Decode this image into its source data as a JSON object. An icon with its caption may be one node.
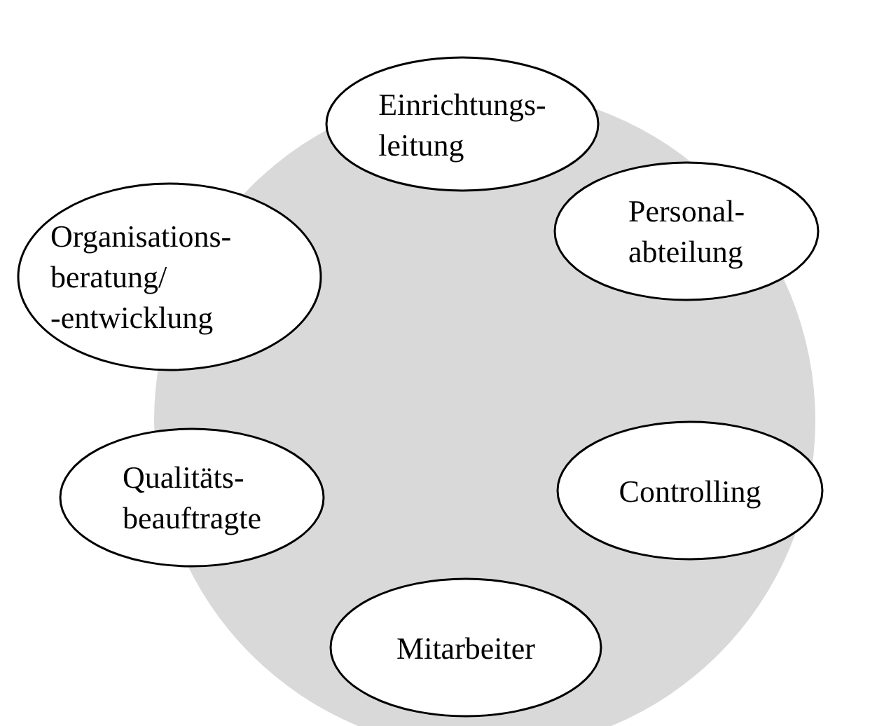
{
  "diagram": {
    "nodes": [
      {
        "text": [
          "Einrichtungs- leitung"
        ]
      },
      {
        "text": [
          "Personal- abteilung"
        ]
      },
      {
        "text": [
          "Organisations- beratung/ -entwicklung"
        ]
      },
      {
        "text": [
          "Controlling"
        ]
      },
      {
        "text": [
          "Qualitäts- beauftragte"
        ]
      },
      {
        "text": [
          "Mitarbeiter"
        ]
      }
    ]
  }
}
